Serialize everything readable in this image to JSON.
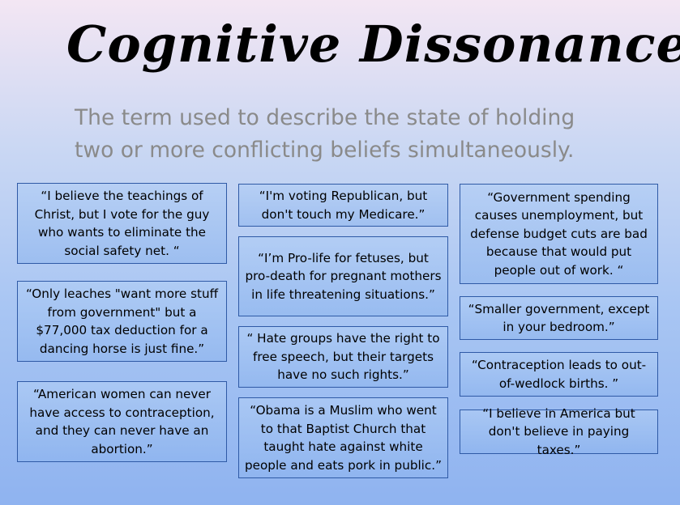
{
  "title": "Cognitive Dissonance",
  "subtitle_lines": [
    "The term used to describe the state of holding",
    "two or more conflicting beliefs simultaneously."
  ],
  "quotes": {
    "christ": "“I believe the teachings of Christ, but I vote for the guy who wants to eliminate the social safety net. “",
    "leaches": "“Only leaches \"want more stuff from government\" but a $77,000 tax deduction for a dancing horse is just fine.”",
    "women": "“American women can never have access to contraception, and they can never have an abortion.”",
    "medicare": "“I'm voting Republican, but don't touch my Medicare.”",
    "prolife": "“I’m Pro-life for fetuses, but pro-death for pregnant mothers in life threatening situations.”",
    "hate": "“ Hate groups have the right to free speech, but their targets have no such rights.”",
    "obama": "“Obama is a Muslim who went to that Baptist Church that taught hate against white people and eats pork in public.”",
    "spending": "“Government spending causes unemployment, but defense budget cuts are bad because that would put people out of work. “",
    "smaller": "“Smaller government, except in your bedroom.”",
    "contraception": "“Contraception leads to out-of-wedlock births. ”",
    "taxes": "“I believe in America but don't believe in paying taxes.”"
  }
}
